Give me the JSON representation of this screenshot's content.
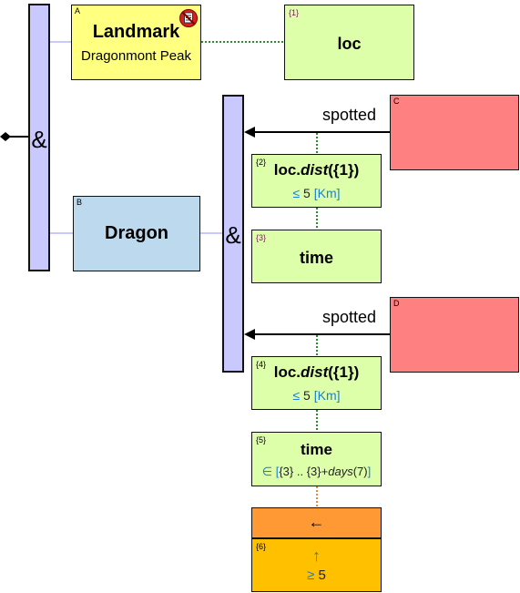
{
  "diagram": {
    "and_symbol": "&",
    "landmark": {
      "tag": "A",
      "title": "Landmark",
      "subtitle": "Dragonmont Peak"
    },
    "loc_var": {
      "tag": "{1}",
      "label": "loc"
    },
    "dragon": {
      "tag": "B",
      "title": "Dragon"
    },
    "spotted_c": {
      "tag": "C",
      "edge_label": "spotted"
    },
    "spotted_d": {
      "tag": "D",
      "edge_label": "spotted"
    },
    "cond2": {
      "tag": "{2}",
      "expr_prefix": "loc.",
      "expr_fn": "dist",
      "expr_args": "({1})",
      "op": "≤",
      "value": "5",
      "unit": "[Km]"
    },
    "time3": {
      "tag": "{3}",
      "label": "time"
    },
    "cond4": {
      "tag": "{4}",
      "expr_prefix": "loc.",
      "expr_fn": "dist",
      "expr_args": "({1})",
      "op": "≤",
      "value": "5",
      "unit": "[Km]"
    },
    "time5": {
      "tag": "{5}",
      "label": "time",
      "op": "∈",
      "range_open": "[",
      "range_start": "{3}",
      "range_sep": " .. ",
      "range_end": "{3}+",
      "range_fn": "days",
      "range_arg": "(7)",
      "range_close": "]"
    },
    "aggregate": {
      "arrow": "←",
      "tag": "{6}",
      "sort_arrow": "↑",
      "op": "≥",
      "value": "5"
    }
  },
  "colors": {
    "and_bar": "#c9c9ff",
    "landmark": "#ffff80",
    "var_green": "#ddffaa",
    "dragon": "#bcd9ee",
    "red_node": "#ff8080",
    "orange": "#ff9933",
    "gold": "#ffc000",
    "blue_text": "#1a7fd4"
  }
}
